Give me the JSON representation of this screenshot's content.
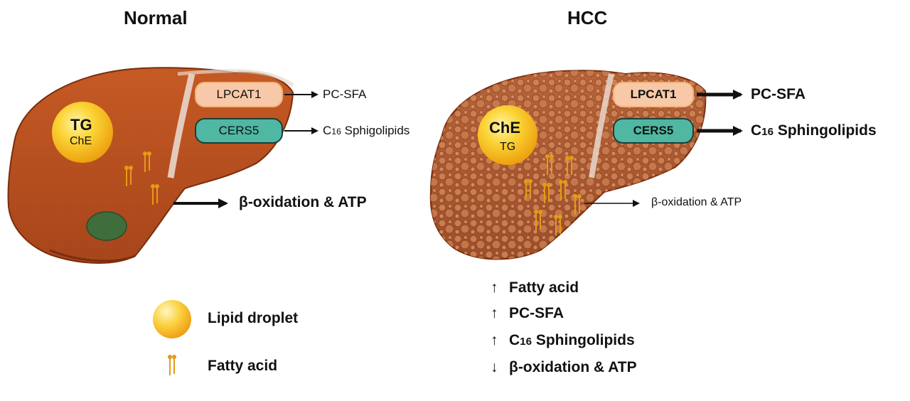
{
  "panels": {
    "normal": {
      "title": "Normal",
      "droplet": {
        "main": "TG",
        "secondary": "ChE"
      },
      "lpcat_label": "LPCAT1",
      "cers_label": "CERS5",
      "pc_label": "PC-SFA",
      "sphingo_prefix": "C",
      "sphingo_sub": "16",
      "sphingo_text": " Sphigolipids",
      "beta_label": "β-oxidation & ATP"
    },
    "hcc": {
      "title": "HCC",
      "droplet": {
        "main": "ChE",
        "secondary": "TG"
      },
      "lpcat_label": "LPCAT1",
      "cers_label": "CERS5",
      "pc_label": "PC-SFA",
      "sphingo_prefix": "C",
      "sphingo_sub": "16",
      "sphingo_text": " Sphingolipids",
      "beta_label": "β-oxidation & ATP"
    }
  },
  "legend": {
    "droplet_label": "Lipid droplet",
    "fatty_acid_label": "Fatty acid"
  },
  "changes": [
    {
      "direction": "up",
      "arrow": "↑",
      "text": "Fatty acid"
    },
    {
      "direction": "up",
      "arrow": "↑",
      "text": "PC-SFA"
    },
    {
      "direction": "up",
      "arrow": "↑",
      "prefix": "C",
      "sub": "16",
      "text": " Sphingolipids"
    },
    {
      "direction": "down",
      "arrow": "↓",
      "text": "β-oxidation & ATP"
    }
  ],
  "colors": {
    "liver": "#b84e20",
    "liver_dark": "#8c3510",
    "gallbladder": "#3f6e3c",
    "lpcat_fill": "#f8c9a8",
    "cers_fill": "#4fb7a2",
    "droplet": "#f7c21b",
    "fatty_acid": "#e69a17"
  }
}
